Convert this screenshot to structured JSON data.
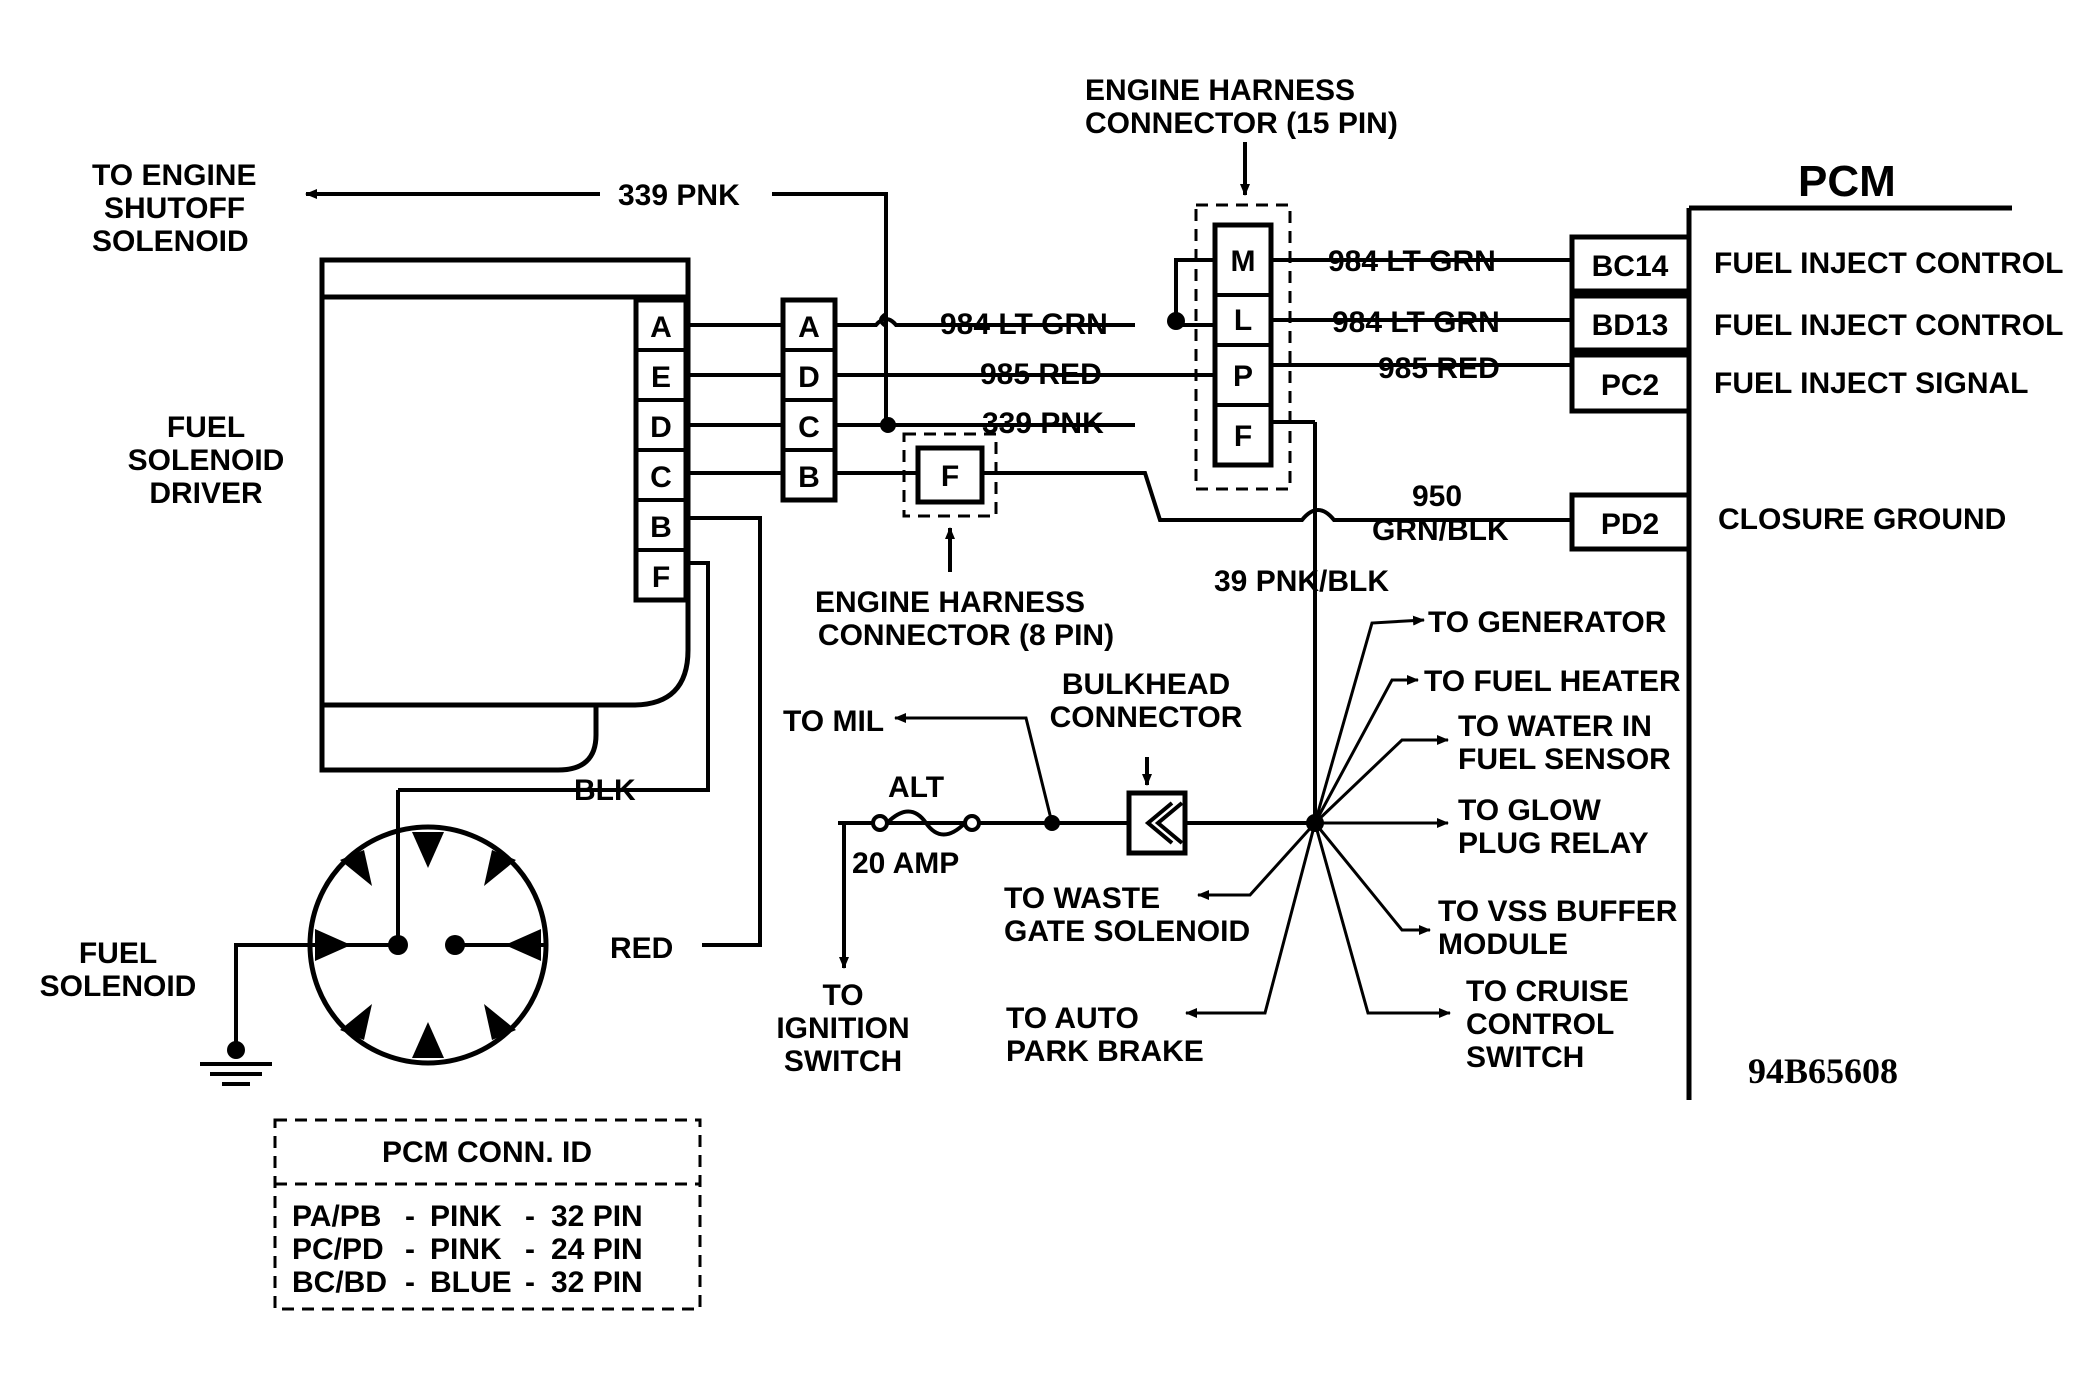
{
  "labels": {
    "to_engine_shutoff": [
      "TO ENGINE",
      "SHUTOFF",
      "SOLENOID"
    ],
    "fuel_solenoid_driver": [
      "FUEL",
      "SOLENOID",
      "DRIVER"
    ],
    "fuel_solenoid": [
      "FUEL",
      "SOLENOID"
    ],
    "wire_339_pnk_top": "339 PNK",
    "wire_984_lt_grn_left": "984 LT GRN",
    "wire_985_red_left": "985 RED",
    "wire_339_pnk_mid": "339 PNK",
    "wire_984_lt_grn_right": "984 LT GRN",
    "wire_984_lt_grn_right2": "984 LT GRN",
    "wire_985_red_right": "985 RED",
    "wire_950": "950",
    "wire_grn_blk": "GRN/BLK",
    "wire_39_pnk_blk": "39 PNK/BLK",
    "blk": "BLK",
    "red": "RED",
    "engine_harness_15": [
      "ENGINE HARNESS",
      "CONNECTOR (15 PIN)"
    ],
    "engine_harness_8": [
      "ENGINE HARNESS",
      "CONNECTOR (8 PIN)"
    ],
    "bulkhead": [
      "BULKHEAD",
      "CONNECTOR"
    ],
    "to_mil": "TO MIL",
    "alt": "ALT",
    "amp20": "20 AMP",
    "to_ignition": [
      "TO",
      "IGNITION",
      "SWITCH"
    ],
    "to_waste_gate": [
      "TO WASTE",
      "GATE SOLENOID"
    ],
    "to_auto_park": [
      "TO AUTO",
      "PARK BRAKE"
    ],
    "to_generator": "TO GENERATOR",
    "to_fuel_heater": "TO FUEL HEATER",
    "to_water_in_fuel": [
      "TO WATER IN",
      "FUEL SENSOR"
    ],
    "to_glow_plug": [
      "TO GLOW",
      "PLUG RELAY"
    ],
    "to_vss": [
      "TO VSS BUFFER",
      "MODULE"
    ],
    "to_cruise": [
      "TO CRUISE",
      "CONTROL",
      "SWITCH"
    ],
    "figure_id": "94B65608"
  },
  "pcm": {
    "title": "PCM",
    "terminals": [
      {
        "pin": "BC14",
        "function": "FUEL INJECT CONTROL"
      },
      {
        "pin": "BD13",
        "function": "FUEL INJECT CONTROL"
      },
      {
        "pin": "PC2",
        "function": "FUEL INJECT SIGNAL"
      },
      {
        "pin": "PD2",
        "function": "CLOSURE GROUND"
      }
    ]
  },
  "driver_pins": [
    "A",
    "E",
    "D",
    "C",
    "B",
    "F"
  ],
  "connector_8pin_left": [
    "A",
    "D",
    "C",
    "B"
  ],
  "connector_8pin_f": "F",
  "connector_15pin": [
    "M",
    "L",
    "P",
    "F"
  ],
  "pcm_conn_id": {
    "title": "PCM CONN. ID",
    "rows": [
      [
        "PA/PB",
        "-",
        "PINK",
        "-",
        "32 PIN"
      ],
      [
        "PC/PD",
        "-",
        "PINK",
        "-",
        "24 PIN"
      ],
      [
        "BC/BD",
        "-",
        "BLUE",
        "-",
        "32 PIN"
      ]
    ]
  }
}
